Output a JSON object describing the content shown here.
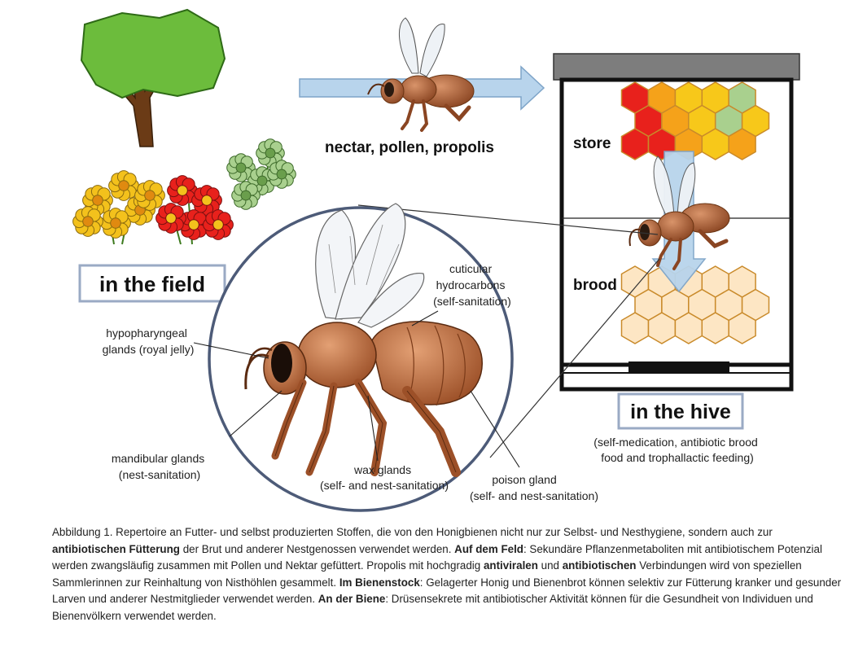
{
  "labels": {
    "transport": "nectar, pollen, propolis",
    "field": "in the field",
    "store": "store",
    "brood": "brood",
    "hive": "in the hive",
    "hive_note": [
      "(self-medication, antibiotic brood",
      "food and trophallactic feeding)"
    ],
    "cuticular": [
      "cuticular",
      "hydrocarbons",
      "(self-sanitation)"
    ],
    "hypopharyngeal": [
      "hypopharyngeal",
      "glands (royal jelly)"
    ],
    "mandibular": [
      "mandibular glands",
      "(nest-sanitation)"
    ],
    "wax": [
      "wax glands",
      "(self- and nest-sanitation)"
    ],
    "poison": [
      "poison gland",
      "(self- and nest-sanitation)"
    ]
  },
  "caption": [
    {
      "t": "Abbildung 1. Repertoire an Futter- und selbst produzierten Stoffen, die von den Honigbienen nicht nur zur Selbst- und Nesthygiene, sondern auch zur ",
      "b": false
    },
    {
      "t": "antibiotischen Fütterung",
      "b": true
    },
    {
      "t": " der Brut und anderer Nestgenossen verwendet werden. ",
      "b": false
    },
    {
      "t": "Auf dem Feld",
      "b": true
    },
    {
      "t": ": Sekundäre Pflanzenmetaboliten mit antibiotischem Potenzial werden zwangsläufig zusammen mit Pollen und Nektar gefüttert. Propolis mit hochgradig ",
      "b": false
    },
    {
      "t": "antiviralen",
      "b": true
    },
    {
      "t": " und ",
      "b": false
    },
    {
      "t": "antibiotischen",
      "b": true
    },
    {
      "t": " Verbindungen wird von speziellen Sammlerinnen zur Reinhaltung von Nisthöhlen gesammelt. ",
      "b": false
    },
    {
      "t": "Im Bienenstock",
      "b": true
    },
    {
      "t": ": Gelagerter Honig und Bienenbrot können selektiv zur Fütterung kranker und gesunder Larven und anderer Nestmitglieder verwendet werden. ",
      "b": false
    },
    {
      "t": "An der Biene",
      "b": true
    },
    {
      "t": ": Drüsensekrete mit antibiotischer Aktivität können für die Gesundheit von Individuen und Bienenvölkern verwendet werden.",
      "b": false
    }
  ],
  "colors": {
    "arrow": "#b8d4ec",
    "red_cell": "#e8211c",
    "orange_cell": "#f5a21a",
    "yellow_cell": "#f7c81a",
    "green_cell": "#a9d08e",
    "brood_cell": "#fde6c4",
    "bee_body": "#c47a45",
    "tree": "#6cbc3c"
  }
}
